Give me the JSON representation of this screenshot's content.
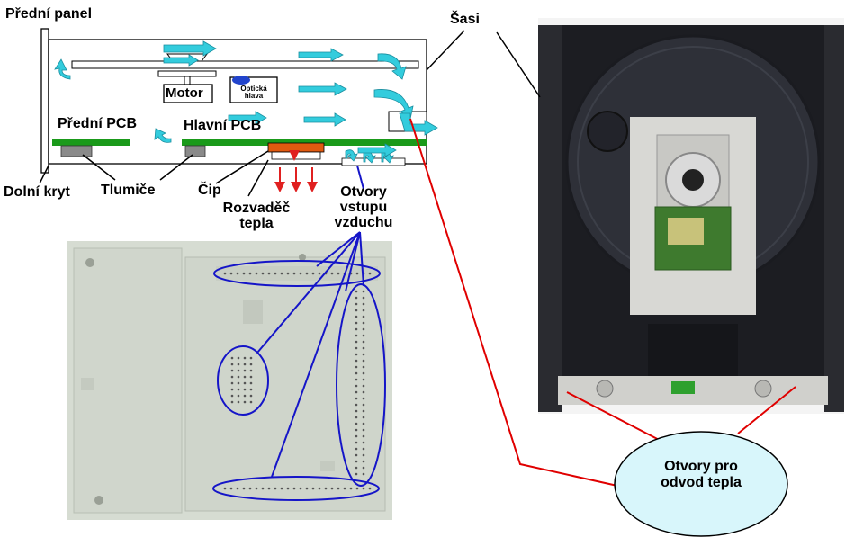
{
  "labels": {
    "front_panel": "Přední panel",
    "chassis": "Šasi",
    "motor": "Motor",
    "optical_head": "Optická hlava",
    "front_pcb": "Přední PCB",
    "main_pcb": "Hlavní PCB",
    "bottom_cover": "Dolní kryt",
    "dampers": "Tlumiče",
    "chip": "Čip",
    "heat_spreader": "Rozvaděč tepla",
    "air_inlets": "Otvory vstupu vzduchu",
    "heat_outlets": "Otvory pro odvod tepla"
  },
  "colors": {
    "airflow": "#33ccdd",
    "pcb": "#1a9a1a",
    "chip": "#e05a10",
    "heat_arrow": "#e02020",
    "callout_line": "#1515c8",
    "outlet_line": "#e00000",
    "callout_fill": "#d8f6fb",
    "optical_head": "#2244cc"
  }
}
